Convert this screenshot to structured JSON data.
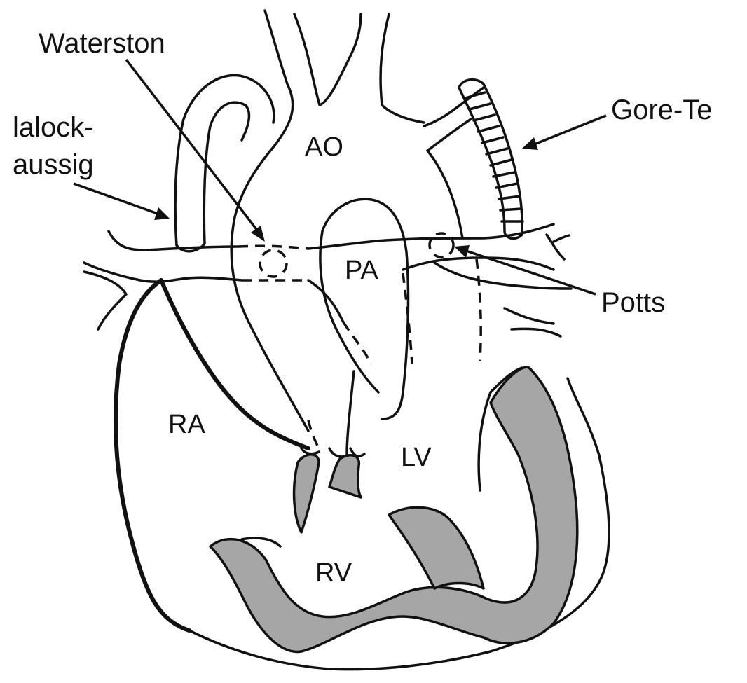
{
  "labels": {
    "waterston": "Waterston",
    "blalock_line1": "lalock-",
    "blalock_line2": "aussig",
    "gore_tex": "Gore-Te",
    "potts": "Potts",
    "ao": "AO",
    "pa": "PA",
    "ra": "RA",
    "lv": "LV",
    "rv": "RV"
  },
  "colors": {
    "ink": "#111111",
    "myocardium": "#a6a6a6",
    "background": "#ffffff"
  }
}
